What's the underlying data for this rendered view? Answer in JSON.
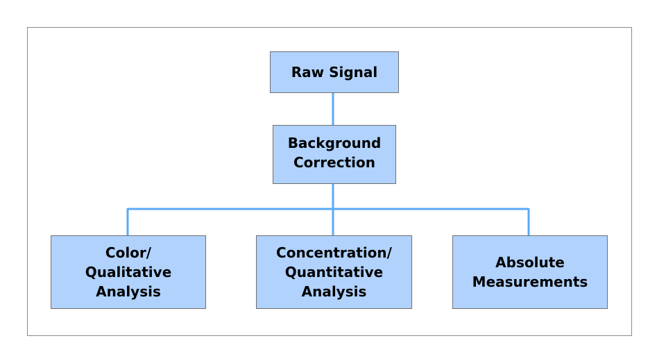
{
  "diagram": {
    "nodes": {
      "raw_signal": "Raw Signal",
      "background_correction": "Background\nCorrection",
      "color_qualitative": "Color/\nQualitative\nAnalysis",
      "concentration_quantitative": "Concentration/\nQuantitative\nAnalysis",
      "absolute_measurements": "Absolute\nMeasurements"
    },
    "edges": [
      [
        "raw_signal",
        "background_correction"
      ],
      [
        "background_correction",
        "color_qualitative"
      ],
      [
        "background_correction",
        "concentration_quantitative"
      ],
      [
        "background_correction",
        "absolute_measurements"
      ]
    ],
    "colors": {
      "box_fill": "#b0d2fd",
      "box_border": "#6f6f6f",
      "connector": "#5aaaf8",
      "frame_border": "#8a8a8a"
    }
  }
}
